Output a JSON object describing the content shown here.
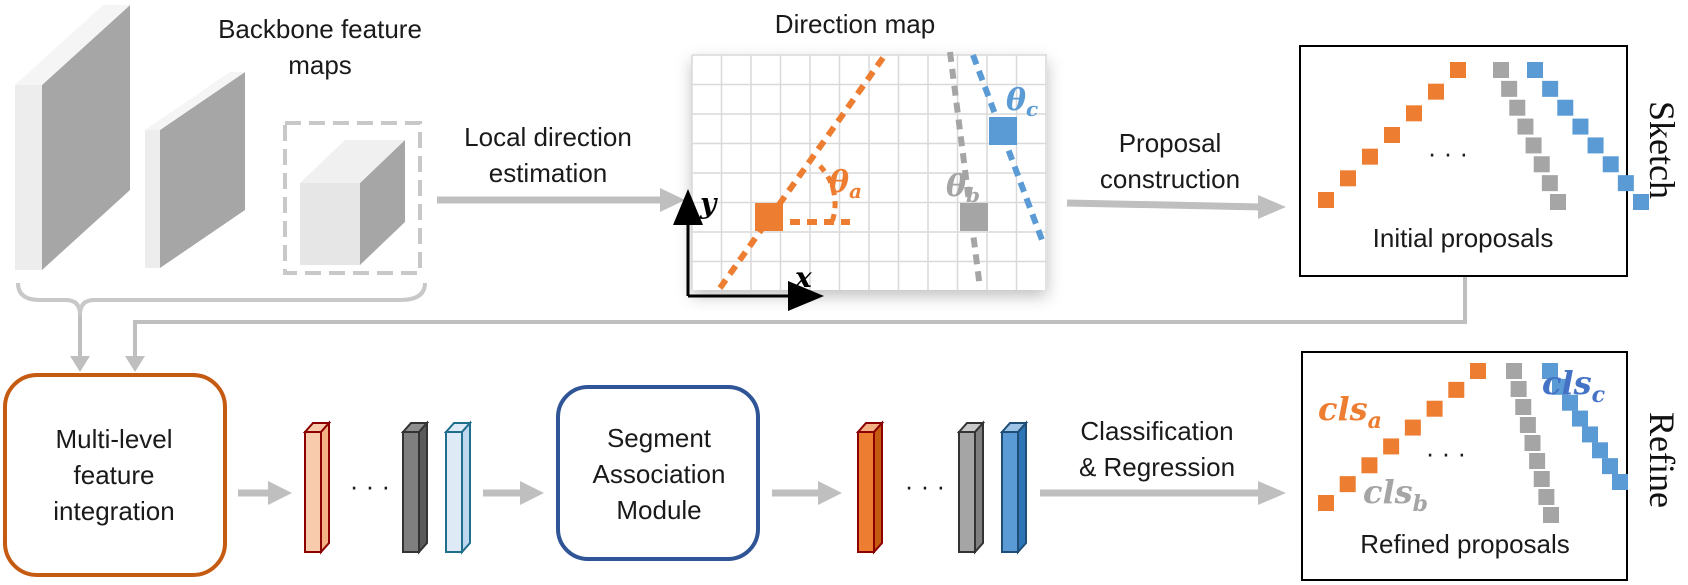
{
  "labels": {
    "backbone_line1": "Backbone feature",
    "backbone_line2": "maps",
    "direction_map": "Direction map",
    "local_dir_line1": "Local direction",
    "local_dir_line2": "estimation",
    "proposal_line1": "Proposal",
    "proposal_line2": "construction",
    "initial_proposals": "Initial proposals",
    "refined_proposals": "Refined proposals",
    "mlfi_line1": "Multi-level",
    "mlfi_line2": "feature",
    "mlfi_line3": "integration",
    "sam_line1": "Segment",
    "sam_line2": "Association",
    "sam_line3": "Module",
    "cls_line1": "Classification",
    "cls_line2": "& Regression",
    "ellipsis": "· · ·",
    "sketch": "Sketch",
    "refine": "Refine"
  },
  "math": {
    "theta": "θ",
    "a": "a",
    "b": "b",
    "c": "c",
    "cls": "cls",
    "x": "x",
    "y": "y"
  },
  "colors": {
    "orange": "#ED7D31",
    "gray": "#A5A5A5",
    "blue": "#5B9BD5",
    "mlfi_border": "#C55A11",
    "sam_border": "#2F5597",
    "arrow": "#BFBFBF"
  }
}
